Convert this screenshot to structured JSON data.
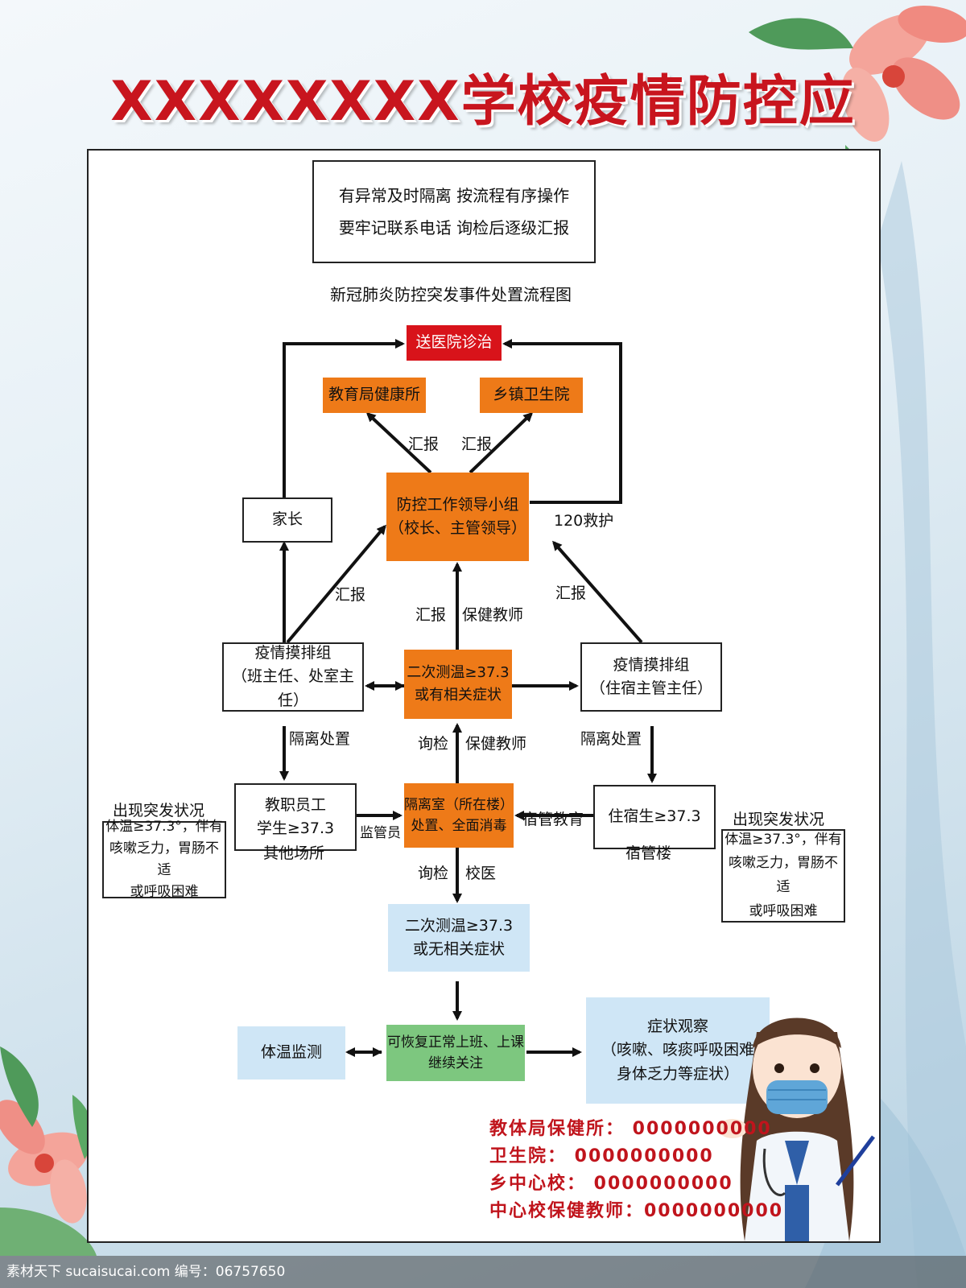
{
  "title": "XXXXXXXX学校疫情防控应急流程操作",
  "slogan": {
    "line1": "有异常及时隔离  按流程有序操作",
    "line2": "要牢记联系电话  询检后逐级汇报"
  },
  "subtitle": "新冠肺炎防控突发事件处置流程图",
  "nodes": {
    "hospital": "送医院诊治",
    "edu_health": "教育局健康所",
    "town_clinic": "乡镇卫生院",
    "parent": "家长",
    "leader_line1": "防控工作领导小组",
    "leader_line2": "（校长、主管领导）",
    "screen_left_line1": "疫情摸排组",
    "screen_left_line2": "（班主任、处室主任）",
    "retest_line1": "二次测温≥37.3",
    "retest_line2": "或有相关症状",
    "screen_right_line1": "疫情摸排组",
    "screen_right_line2": "（住宿主管主任）",
    "staff_line1": "教职员工",
    "staff_line2": "学生≥37.3",
    "isolation_line1": "隔离室（所在楼）",
    "isolation_line2": "处置、全面消毒",
    "boarder": "住宿生≥37.3",
    "retest2_line1": "二次测温≥37.3",
    "retest2_line2": "或无相关症状",
    "temp_monitor": "体温监测",
    "resume_line1": "可恢复正常上班、上课",
    "resume_line2": "继续关注",
    "observe_line1": "症状观察",
    "observe_line2": "（咳嗽、咳痰呼吸困难",
    "observe_line3": "身体乏力等症状）",
    "emergency_left_title": "出现突发状况",
    "emergency_left_l1": "体温≥37.3°，伴有",
    "emergency_left_l2": "咳嗽乏力，胃肠不适",
    "emergency_left_l3": "或呼吸困难",
    "emergency_right_title": "出现突发状况",
    "emergency_right_l1": "体温≥37.3°，伴有",
    "emergency_right_l2": "咳嗽乏力，胃肠不适",
    "emergency_right_l3": "或呼吸困难"
  },
  "labels": {
    "report_left_top": "汇报",
    "report_right_top": "汇报",
    "ambulance": "120救护",
    "report_left": "汇报",
    "report_right": "汇报",
    "report_center": "汇报",
    "health_teacher_center": "保健教师",
    "isolate_left": "隔离处置",
    "isolate_right": "隔离处置",
    "inquiry1": "询检",
    "health_teacher2": "保健教师",
    "supervisor": "监管员",
    "dorm_edu": "宿管教育",
    "other_places": "其他场所",
    "dorm_building": "宿管楼",
    "inquiry2": "询检",
    "school_doctor": "校医"
  },
  "contacts": [
    "教体局保健所：  0000000000",
    "卫生院：  0000000000",
    "乡中心校：  0000000000",
    "中心校保健教师：0000000000"
  ],
  "watermark": "素材天下 sucaisucai.com    编号：06757650",
  "colors": {
    "title": "#c8151e",
    "orange": "#ee7a18",
    "red": "#d8131a",
    "lightblue": "#cfe6f6",
    "green": "#7dc77f",
    "contact": "#c0141c"
  }
}
